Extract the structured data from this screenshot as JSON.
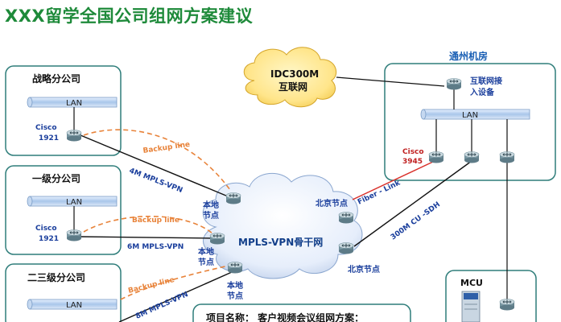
{
  "title": "XXX留学全国公司组网方案建议",
  "branches": {
    "strategic": {
      "name": "战略分公司",
      "lan": "LAN",
      "router_label_1": "Cisco",
      "router_label_2": "1921"
    },
    "level1": {
      "name": "一级分公司",
      "lan": "LAN",
      "router_label_1": "Cisco",
      "router_label_2": "1921"
    },
    "level23": {
      "name": "二三级分公司",
      "lan": "LAN"
    }
  },
  "links": {
    "backup1": "Backup line",
    "backup2": "Backup line",
    "backup3": "Backup line",
    "mpls1": "4M MPLS-VPN",
    "mpls2": "6M MPLS-VPN",
    "mpls3": "8M MPLS-VPN",
    "fiber": "Fiber - Link",
    "cu_sdh": "300M CU -SDH"
  },
  "core": {
    "cloud_label": "MPLS-VPN骨干网",
    "local_node": "本地节点",
    "beijing_node": "北京节点",
    "local_node_1a": "本地",
    "local_node_1b": "节点",
    "local_node_2a": "本地",
    "local_node_2b": "节点",
    "local_node_3a": "本地",
    "local_node_3b": "节点"
  },
  "idc": {
    "line1": "IDC300M",
    "line2": "互联网"
  },
  "tongzhou": {
    "name": "通州机房",
    "access_1": "互联网接",
    "access_2": "入设备",
    "lan": "LAN",
    "router_label_1": "Cisco",
    "router_label_2": "3945"
  },
  "mcu": {
    "label": "MCU"
  },
  "project_note": "项目名称：  客户视频会议组网方案："
}
